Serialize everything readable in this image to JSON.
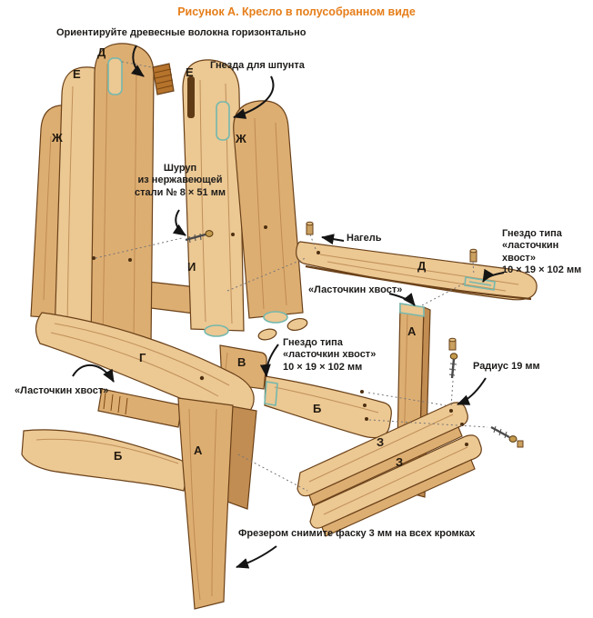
{
  "title": "Рисунок А. Кресло в полусобранном виде",
  "callouts": {
    "grain": "Ориентируйте древесные волокна горизонтально",
    "spline_sockets": "Гнезда для шпунта",
    "screw": "Шуруп\nиз нержавеющей\nстали № 8 × 51 мм",
    "dowel": "Нагель",
    "dovetail_socket_right": "Гнездо типа\n«ласточкин хвост»\n10 × 19 × 102 мм",
    "dovetail_right": "«Ласточкин хвост»",
    "dovetail_socket_seat": "Гнездо типа\n«ласточкин хвост»\n10 × 19 × 102 мм",
    "radius": "Радиус 19 мм",
    "dovetail_left": "«Ласточкин хвост»",
    "chamfer": "Фрезером снимите фаску 3 мм на всех кромках"
  },
  "part_letters": [
    {
      "id": "back-slat-d",
      "label": "Д"
    },
    {
      "id": "back-slat-e-left",
      "label": "Е"
    },
    {
      "id": "back-slat-e-right",
      "label": "Е"
    },
    {
      "id": "back-slat-zh-left",
      "label": "Ж"
    },
    {
      "id": "back-slat-zh-right",
      "label": "Ж"
    },
    {
      "id": "cross-brace",
      "label": "И"
    },
    {
      "id": "armrest-right",
      "label": "Д"
    },
    {
      "id": "rear-post-right",
      "label": "А"
    },
    {
      "id": "seat-support",
      "label": "В"
    },
    {
      "id": "armrest-left",
      "label": "Г"
    },
    {
      "id": "side-rail-right",
      "label": "Б"
    },
    {
      "id": "side-rail-left",
      "label": "Б"
    },
    {
      "id": "front-leg-left",
      "label": "А"
    },
    {
      "id": "front-apron-upper",
      "label": "З"
    },
    {
      "id": "front-apron-lower",
      "label": "З"
    }
  ],
  "colors": {
    "title": "#e67e1a",
    "text": "#1e1c1a",
    "wood_light": "#ecc893",
    "wood_mid": "#ddae72",
    "wood_dark": "#c28d52",
    "wood_deep": "#b5732c",
    "outline": "#6a4119",
    "tenon": "#74b8ad"
  }
}
